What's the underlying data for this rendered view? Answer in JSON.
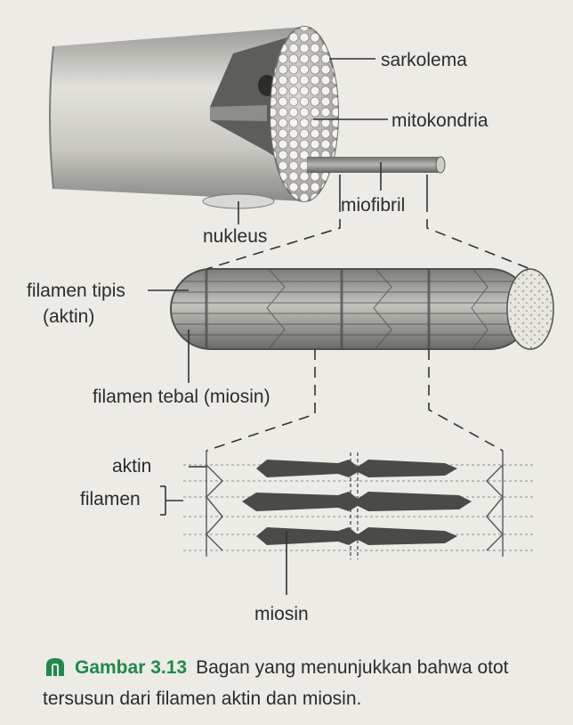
{
  "labels": {
    "sarkolema": "sarkolema",
    "mitokondria": "mitokondria",
    "miofibril": "miofibril",
    "nukleus": "nukleus",
    "filamen_tipis_1": "filamen tipis",
    "filamen_tipis_2": "(aktin)",
    "filamen_tebal": "filamen tebal (miosin)",
    "aktin": "aktin",
    "filamen": "filamen",
    "miosin": "miosin"
  },
  "caption": {
    "figure_number": "Gambar 3.13",
    "text": "Bagan yang menunjukkan bahwa otot tersusun dari filamen aktin dan miosin."
  },
  "colors": {
    "accent": "#1f8a4a"
  }
}
